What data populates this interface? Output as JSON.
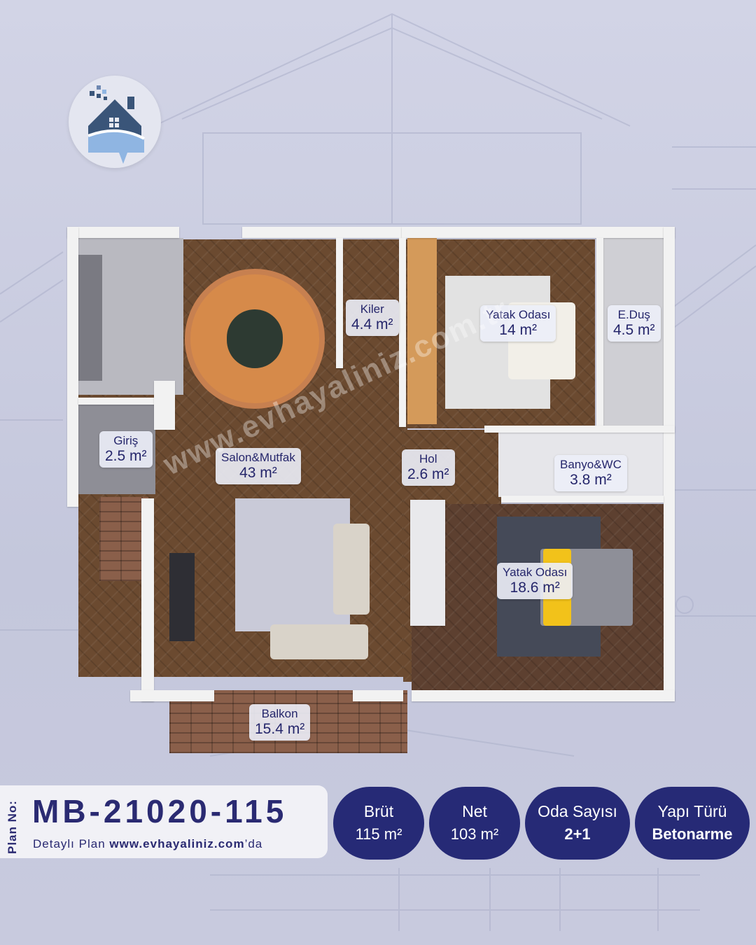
{
  "plan": {
    "rooms": [
      {
        "name": "Kiler",
        "area": "4.4 m²"
      },
      {
        "name": "Yatak Odası",
        "area": "14 m²"
      },
      {
        "name": "E.Duş",
        "area": "4.5 m²"
      },
      {
        "name": "Giriş",
        "area": "2.5 m²"
      },
      {
        "name": "Salon&Mutfak",
        "area": "43 m²"
      },
      {
        "name": "Hol",
        "area": "2.6 m²"
      },
      {
        "name": "Banyo&WC",
        "area": "3.8 m²"
      },
      {
        "name": "Yatak Odası",
        "area": "18.6 m²"
      },
      {
        "name": "Balkon",
        "area": "15.4 m²"
      }
    ],
    "watermark": "www.evhayaliniz.com.tr"
  },
  "footer": {
    "plan_no_label": "Plan No:",
    "plan_code": "MB-21020-115",
    "detail_prefix": "Detaylı Plan",
    "detail_site": "www.evhayaliniz.com",
    "detail_suffix": "’da",
    "stats": [
      {
        "label": "Brüt",
        "value": "115 m²"
      },
      {
        "label": "Net",
        "value": "103 m²"
      },
      {
        "label": "Oda Sayısı",
        "value": "2+1"
      },
      {
        "label": "Yapı Türü",
        "value": "Betonarme"
      }
    ]
  },
  "colors": {
    "navy": "#262a76",
    "label_text": "#25266b",
    "background": "#c9cce0"
  },
  "icons": [
    "house-logo-icon"
  ]
}
